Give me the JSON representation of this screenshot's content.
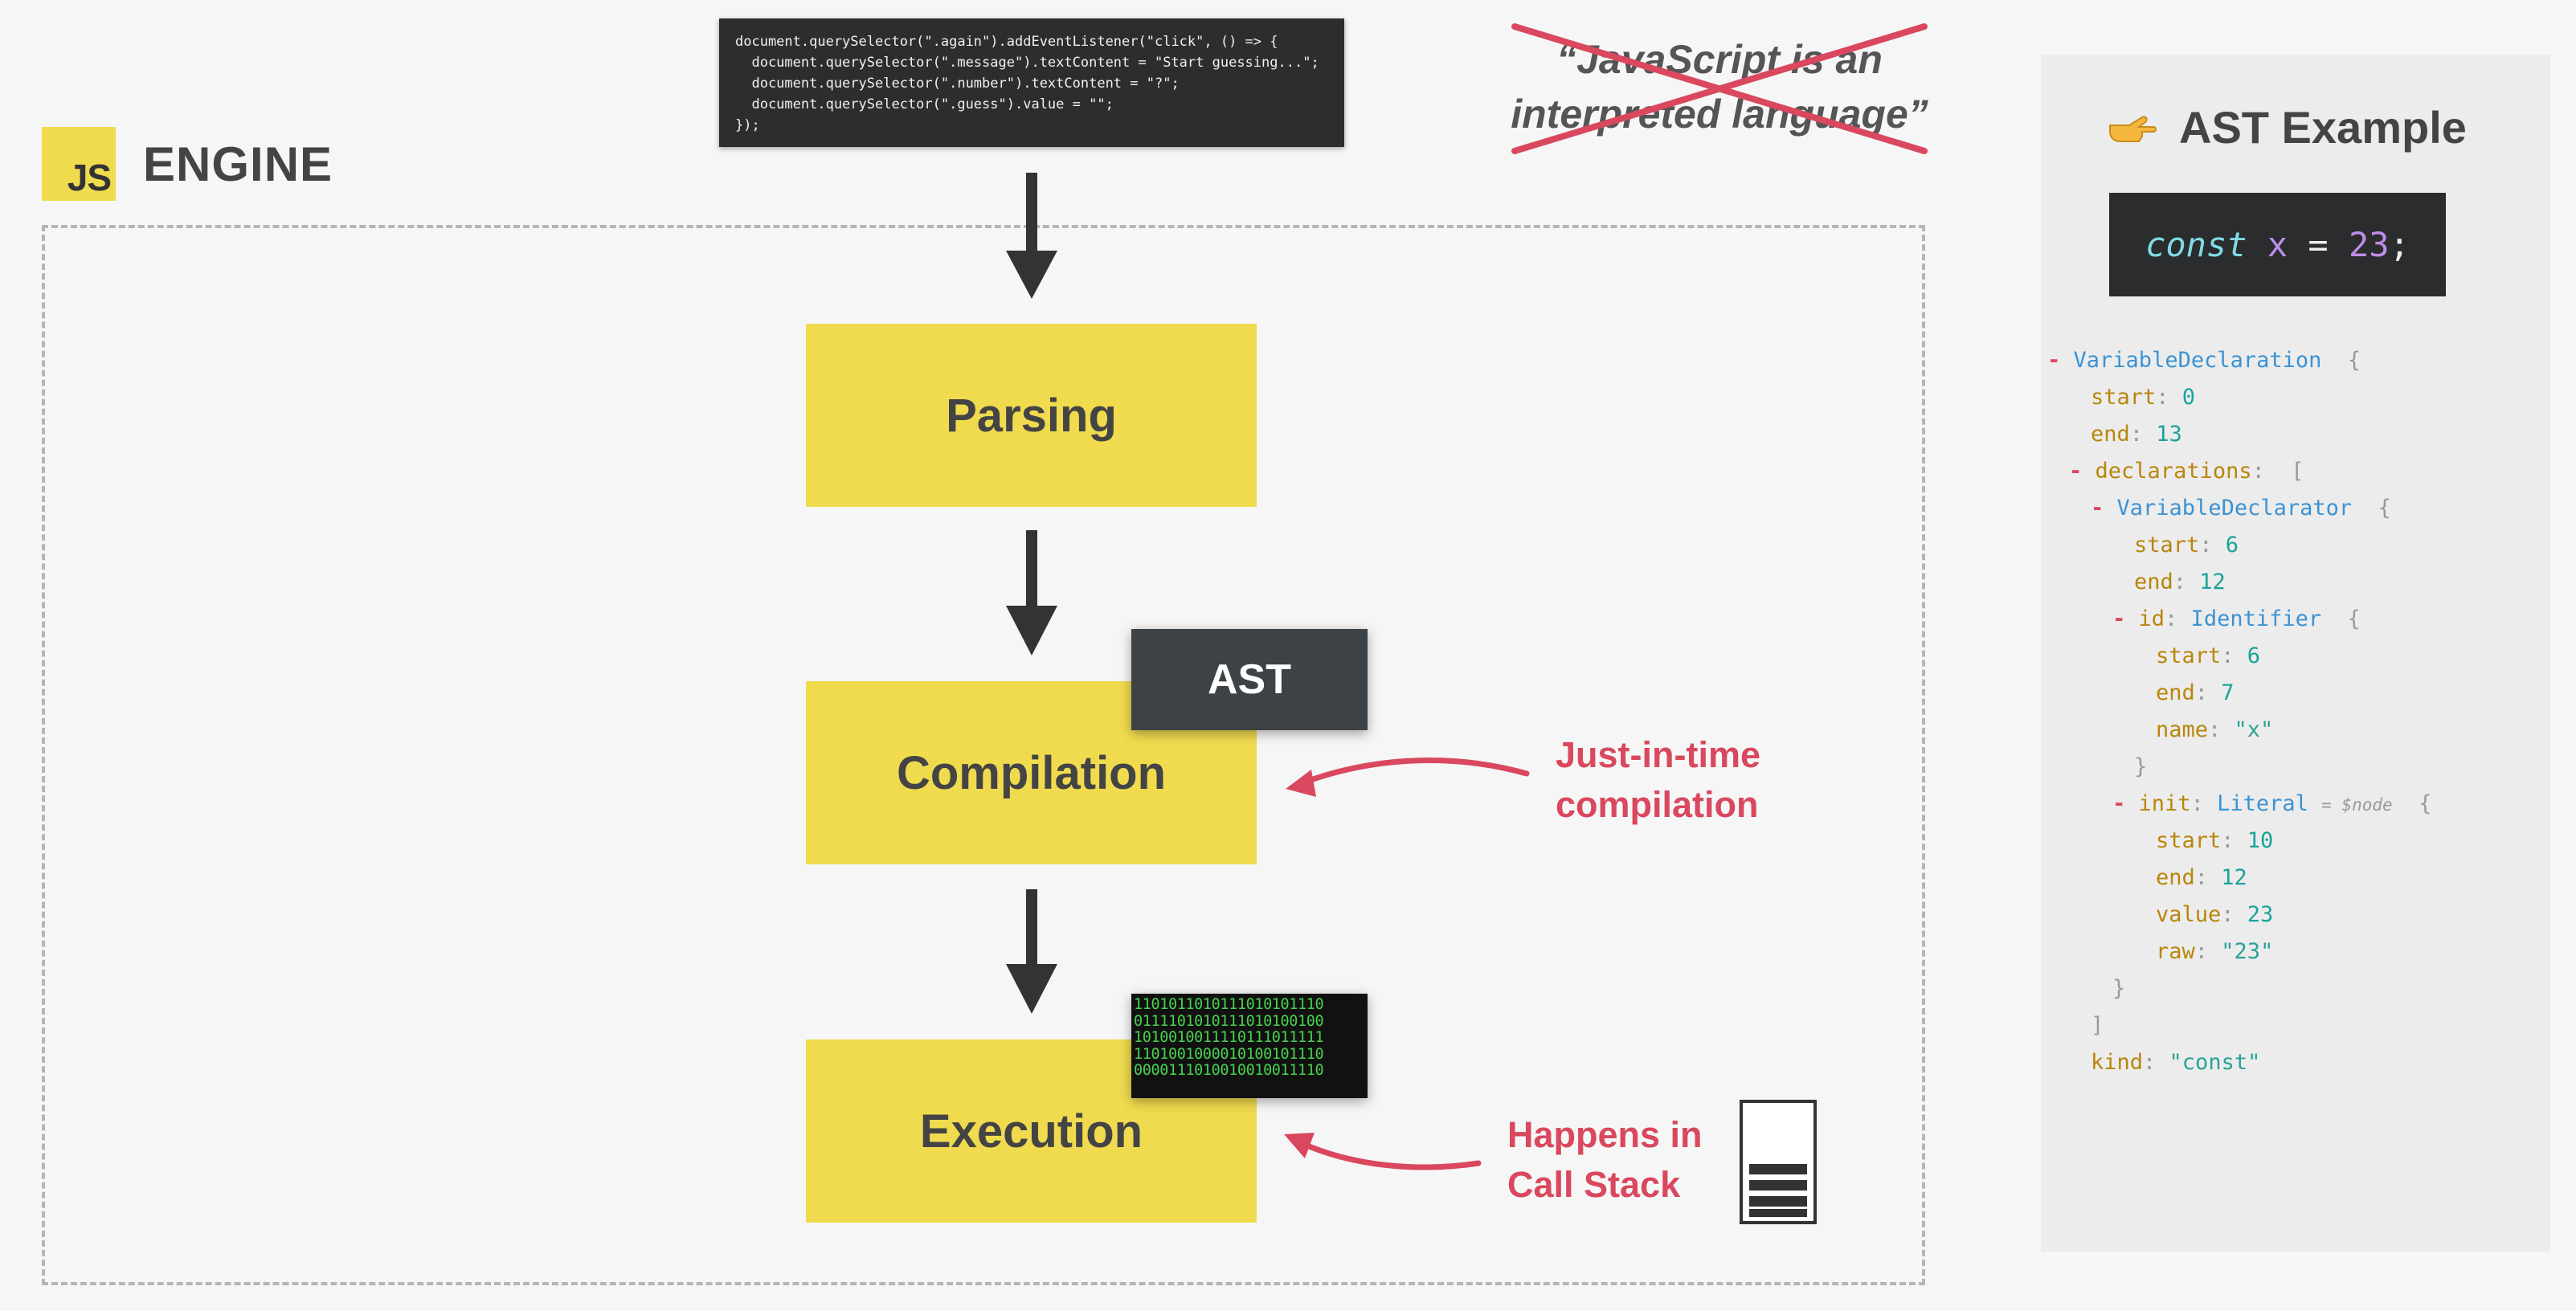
{
  "code_snippet": {
    "lines": [
      "document.querySelector(\".again\").addEventListener(\"click\", () => {",
      "  document.querySelector(\".message\").textContent = \"Start guessing...\";",
      "  document.querySelector(\".number\").textContent = \"?\";",
      "  document.querySelector(\".guess\").value = \"\";",
      "});"
    ]
  },
  "engine": {
    "logo": "JS",
    "title": "ENGINE",
    "stages": [
      "Parsing",
      "Compilation",
      "Execution"
    ],
    "ast_label": "AST",
    "machine_code_lines": [
      "1101011010111010101110",
      "0111101010111010100100",
      "1010010011110111011111",
      "1101001000010100101110",
      "0000111010010010011110"
    ],
    "annotations": {
      "jit_line1": "Just-in-time",
      "jit_line2": "compilation",
      "callstack_line1": "Happens in",
      "callstack_line2": "Call Stack"
    }
  },
  "quote": {
    "line1": "“JavaScript is an",
    "line2": "interpreted language”"
  },
  "ast_panel": {
    "title": "AST Example",
    "icon": "pointing-hand-icon",
    "code": {
      "kw": "const",
      "id": "x",
      "op": "=",
      "num": "23",
      "end": ";"
    },
    "tree": [
      {
        "indent": 0,
        "dash": "-",
        "type": "VariableDeclaration",
        "brace": "{"
      },
      {
        "indent": 2,
        "key": "start",
        "num": "0"
      },
      {
        "indent": 2,
        "key": "end",
        "num": "13"
      },
      {
        "indent": 1,
        "dash": "-",
        "key": "declarations",
        "brace": "["
      },
      {
        "indent": 2,
        "dash": "-",
        "type": "VariableDeclarator",
        "brace": "{"
      },
      {
        "indent": 4,
        "key": "start",
        "num": "6"
      },
      {
        "indent": 4,
        "key": "end",
        "num": "12"
      },
      {
        "indent": 3,
        "dash": "-",
        "key": "id",
        "type": "Identifier",
        "brace": "{"
      },
      {
        "indent": 5,
        "key": "start",
        "num": "6"
      },
      {
        "indent": 5,
        "key": "end",
        "num": "7"
      },
      {
        "indent": 5,
        "key": "name",
        "str": "\"x\""
      },
      {
        "indent": 4,
        "close": "}"
      },
      {
        "indent": 3,
        "dash": "-",
        "key": "init",
        "type": "Literal",
        "meta": "= $node",
        "brace": "{"
      },
      {
        "indent": 5,
        "key": "start",
        "num": "10"
      },
      {
        "indent": 5,
        "key": "end",
        "num": "12"
      },
      {
        "indent": 5,
        "key": "value",
        "num": "23"
      },
      {
        "indent": 5,
        "key": "raw",
        "str": "\"23\""
      },
      {
        "indent": 3,
        "close": "}"
      },
      {
        "indent": 2,
        "close": "]"
      },
      {
        "indent": 2,
        "key": "kind",
        "str": "\"const\""
      }
    ]
  },
  "colors": {
    "accent_yellow": "#f0db4f",
    "annotation_red": "#d9485e",
    "dark_box": "#3c4246"
  }
}
